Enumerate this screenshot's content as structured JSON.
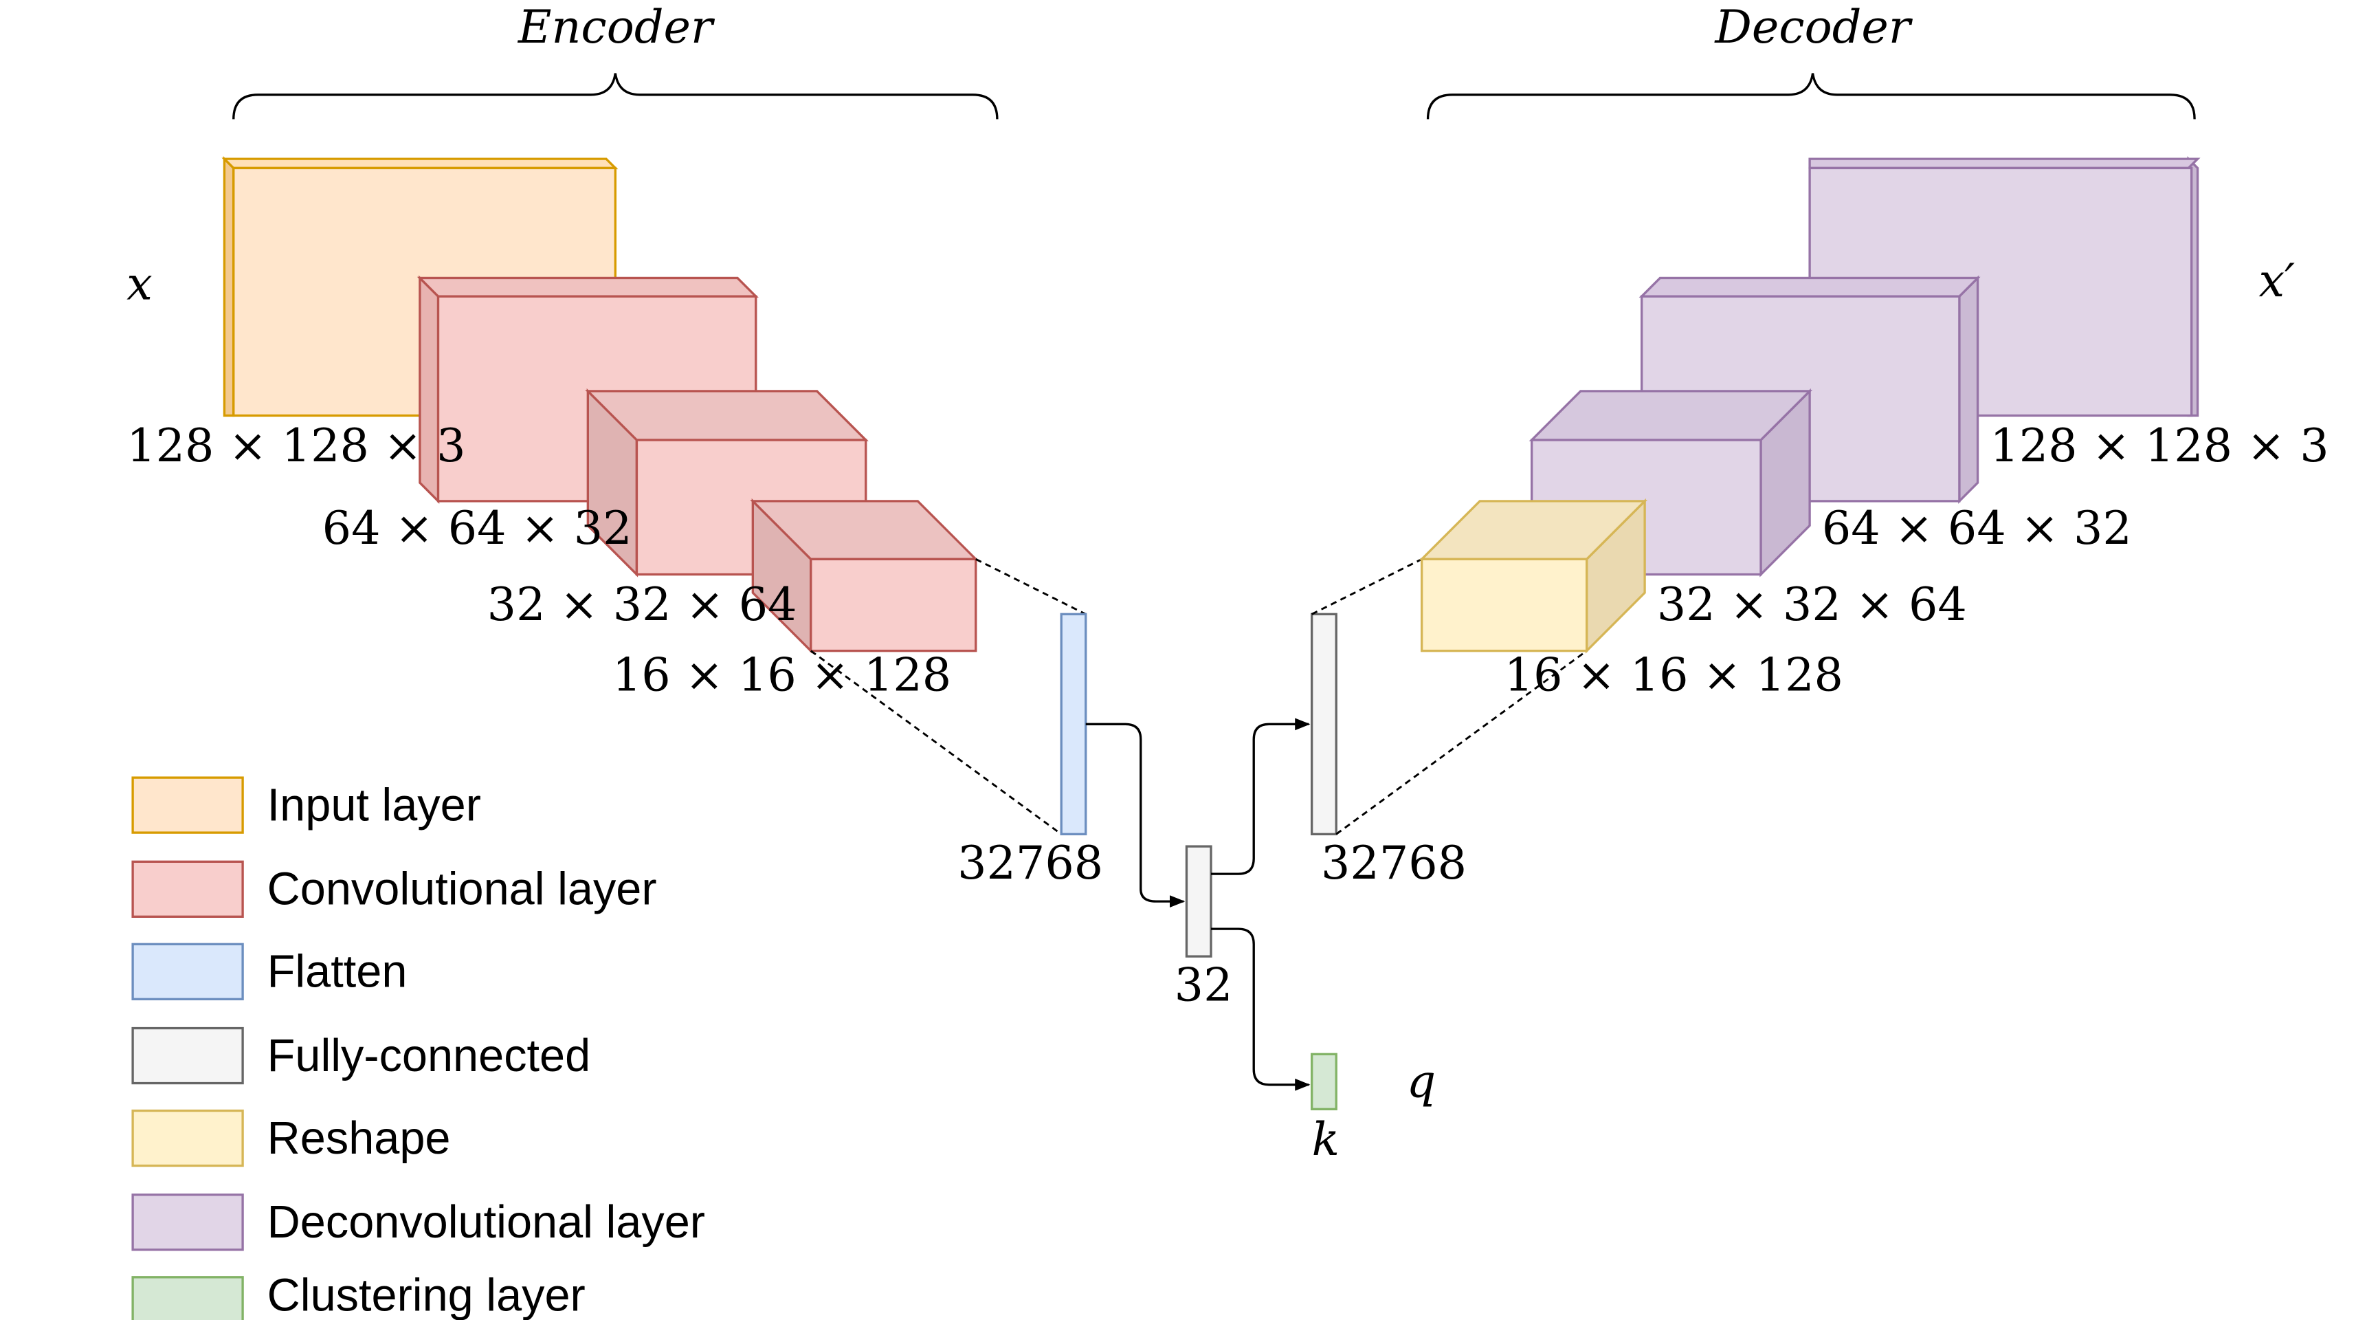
{
  "labels": {
    "encoder": "Encoder",
    "decoder": "Decoder",
    "input_var": "x",
    "output_var": "x′",
    "enc_dims": [
      "128 × 128 × 3",
      "64 × 64 × 32",
      "32 × 32 × 64",
      "16 × 16 × 128"
    ],
    "dec_dims": [
      "128 × 128 × 3",
      "64 × 64 × 32",
      "32 × 32 × 64",
      "16 × 16 × 128"
    ],
    "flatten_dim": "32768",
    "fc_dim": "32768",
    "latent_dim": "32",
    "cluster_dim": "k",
    "cluster_var": "q"
  },
  "legend": [
    {
      "label": "Input layer",
      "fill": "#ffe6cc",
      "stroke": "#d79b00"
    },
    {
      "label": "Convolutional layer",
      "fill": "#f8cecc",
      "stroke": "#b85450"
    },
    {
      "label": "Flatten",
      "fill": "#dae8fc",
      "stroke": "#6c8ebf"
    },
    {
      "label": "Fully-connected",
      "fill": "#f5f5f5",
      "stroke": "#666666"
    },
    {
      "label": "Reshape",
      "fill": "#fff2cc",
      "stroke": "#d6b656"
    },
    {
      "label": "Deconvolutional layer",
      "fill": "#e1d5e7",
      "stroke": "#9673a6"
    },
    {
      "label": "Clustering layer",
      "fill": "#d5e8d4",
      "stroke": "#82b366"
    }
  ],
  "colors": {
    "input": {
      "fill": "#ffe6cc",
      "stroke": "#d79b00"
    },
    "conv": {
      "fill": "#f8cecc",
      "stroke": "#b85450"
    },
    "flatten": {
      "fill": "#dae8fc",
      "stroke": "#6c8ebf"
    },
    "fc": {
      "fill": "#f5f5f5",
      "stroke": "#666666"
    },
    "reshape": {
      "fill": "#fff2cc",
      "stroke": "#d6b656"
    },
    "deconv": {
      "fill": "#e1d5e7",
      "stroke": "#9673a6"
    },
    "cluster": {
      "fill": "#d5e8d4",
      "stroke": "#82b366"
    }
  }
}
